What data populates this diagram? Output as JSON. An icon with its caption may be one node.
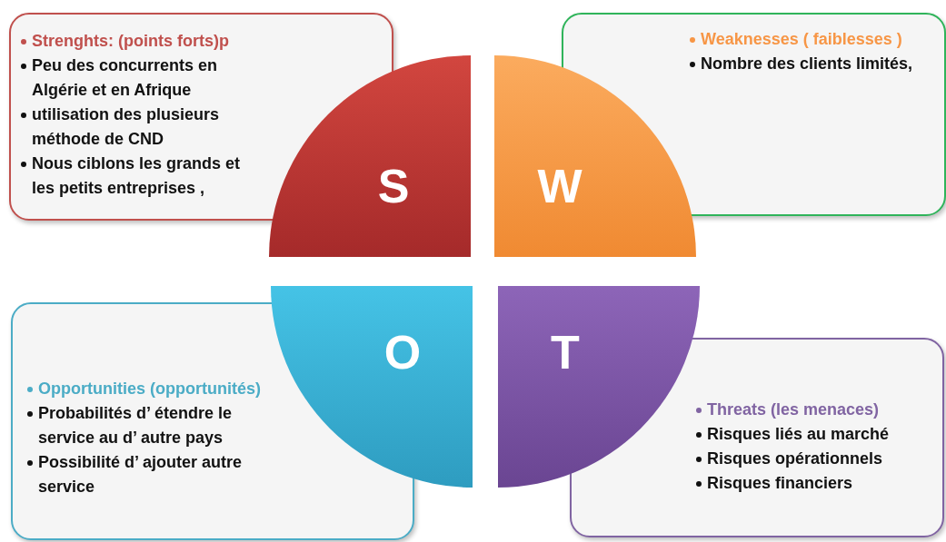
{
  "diagram": {
    "nodes": [
      {
        "text": [
          "Strenghts: (points forts)p",
          "Peu des concurrents en Algérie et en Afrique",
          "utilisation des plusieurs méthode de CND",
          "Nous ciblons les grands et les petits entreprises ,"
        ]
      },
      {
        "text": [
          "Weaknesses ( faiblesses )",
          "Nombre des clients limités,"
        ]
      },
      {
        "text": [
          "Opportunities (opportunités)",
          "Probabilités d’ étendre le service au d’ autre pays",
          "Possibilité d’ ajouter autre service"
        ]
      },
      {
        "text": [
          "Threats (les menaces)",
          "Risques liés au marché",
          "Risques opérationnels",
          "Risques financiers"
        ]
      },
      {
        "text": [
          "S"
        ]
      },
      {
        "text": [
          "W"
        ]
      },
      {
        "text": [
          "O"
        ]
      },
      {
        "text": [
          "T"
        ]
      }
    ]
  }
}
